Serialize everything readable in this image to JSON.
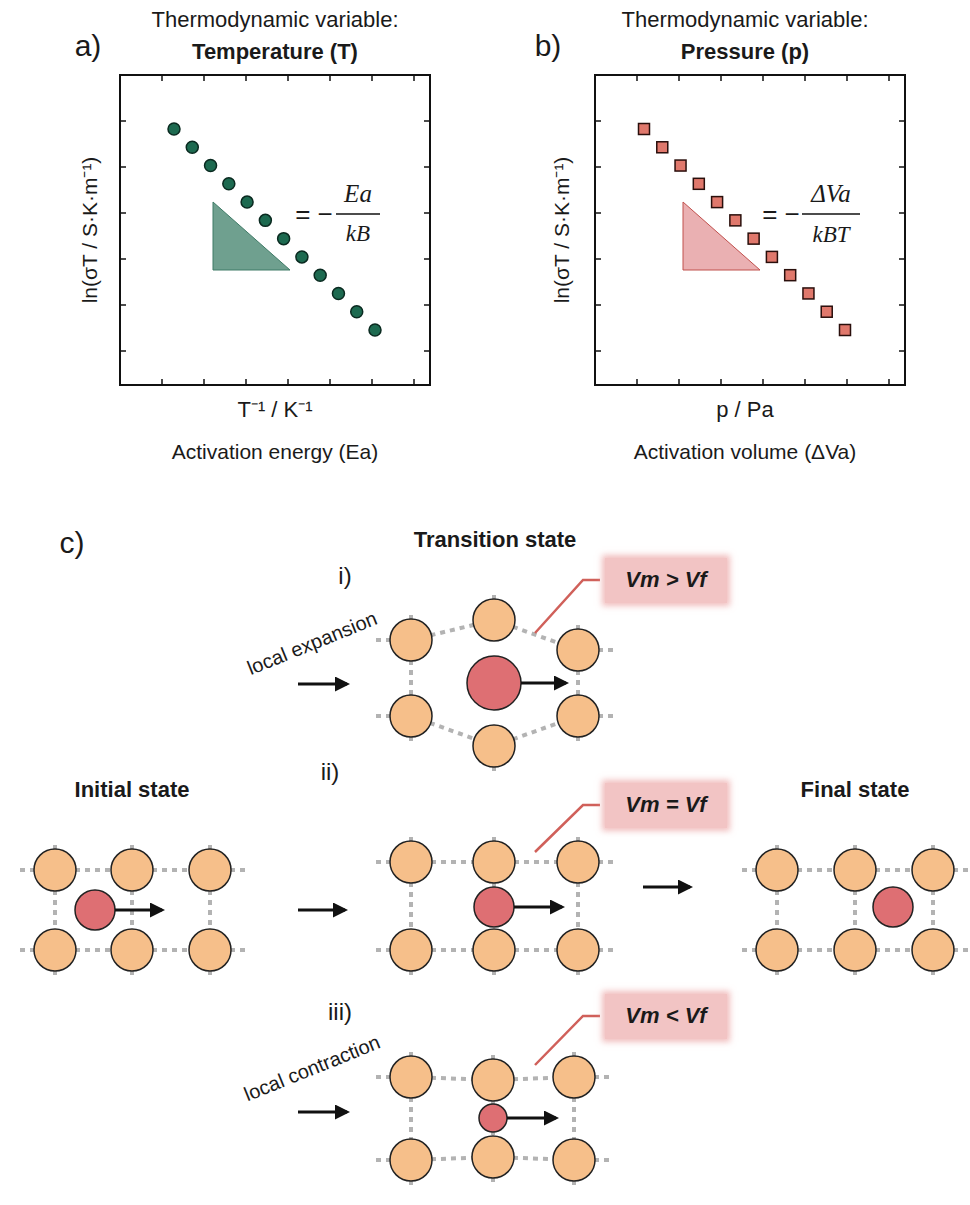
{
  "diagram": {
    "nodes": [
      {
        "text": [
          "Vm > Vf"
        ]
      },
      {
        "text": [
          "Vm = Vf"
        ]
      },
      {
        "text": [
          "Vm < Vf"
        ]
      }
    ],
    "labels": [
      "a)",
      "Thermodynamic variable:",
      "Temperature (T)",
      "ln(σT / S·K·m⁻¹)",
      "= −",
      "Ea",
      "kB",
      "T⁻¹ / K⁻¹",
      "Activation energy (Ea)",
      "b)",
      "Thermodynamic variable:",
      "Pressure (p)",
      "ln(σT / S·K·m⁻¹)",
      "= −",
      "ΔVa",
      "kBT",
      "p / Pa",
      "Activation volume (ΔVa)",
      "c)",
      "Transition state",
      "i)",
      "local expansion",
      "ii)",
      "Initial state",
      "Final state",
      "iii)",
      "local contraction"
    ]
  }
}
